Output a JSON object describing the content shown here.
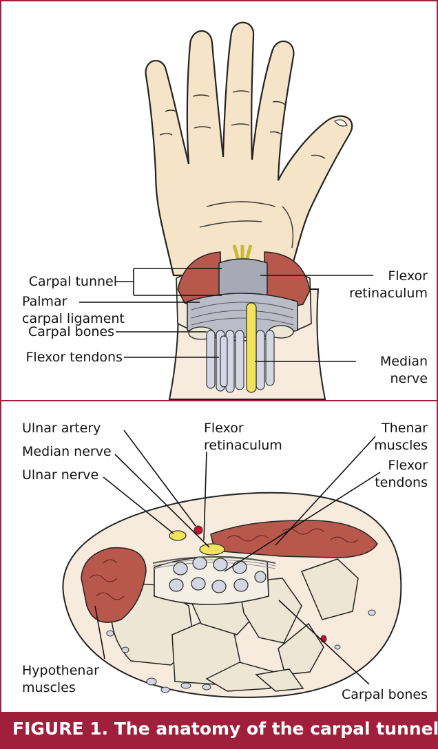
{
  "caption": "FIGURE 1. The anatomy of the carpal tunnel",
  "colors": {
    "accent": "#a0203c",
    "skin": "#f6e4c8",
    "muscle": "#b8574c",
    "ligament": "#a7aab6",
    "nerve": "#f2e35c",
    "artery": "#c8102e",
    "bone": "#ede6d4",
    "tendon": "#d3d7e4"
  },
  "top_labels": {
    "carpal_tunnel": "Carpal tunnel",
    "palmar_line1": "Palmar",
    "palmar_line2": "carpal ligament",
    "carpal_bones": "Carpal bones",
    "flexor_tendons": "Flexor tendons",
    "flexor_retinaculum_line1": "Flexor",
    "flexor_retinaculum_line2": "retinaculum",
    "median_nerve_line1": "Median",
    "median_nerve_line2": "nerve"
  },
  "bottom_labels": {
    "ulnar_artery": "Ulnar artery",
    "median_nerve": "Median nerve",
    "ulnar_nerve": "Ulnar nerve",
    "flexor_retinaculum_line1": "Flexor",
    "flexor_retinaculum_line2": "retinaculum",
    "thenar_line1": "Thenar",
    "thenar_line2": "muscles",
    "flexor_tendons_line1": "Flexor",
    "flexor_tendons_line2": "tendons",
    "hypothenar_line1": "Hypothenar",
    "hypothenar_line2": "muscles",
    "carpal_bones": "Carpal bones"
  }
}
